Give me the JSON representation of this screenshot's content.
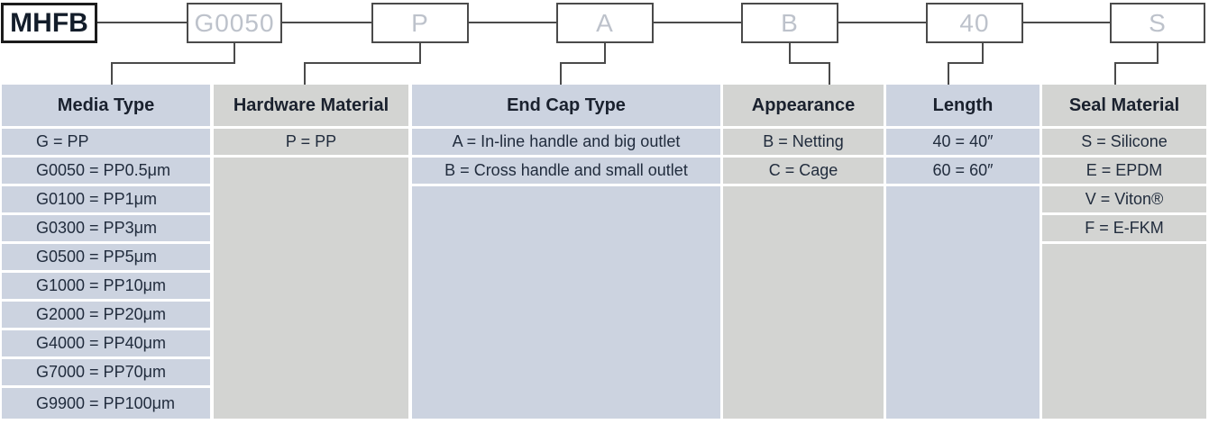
{
  "part_number": {
    "prefix": "MHFB",
    "segments": [
      "G0050",
      "P",
      "A",
      "B",
      "40",
      "S"
    ]
  },
  "columns": [
    {
      "header": "Media Type",
      "options": [
        "G = PP",
        "G0050 = PP0.5μm",
        "G0100 = PP1μm",
        "G0300 = PP3μm",
        "G0500 = PP5μm",
        "G1000 = PP10μm",
        "G2000 = PP20μm",
        "G4000 = PP40μm",
        "G7000 = PP70μm",
        "G9900 = PP100μm"
      ]
    },
    {
      "header": "Hardware Material",
      "options": [
        "P = PP"
      ]
    },
    {
      "header": "End Cap Type",
      "options": [
        "A = In-line handle and big outlet",
        "B = Cross handle and small outlet"
      ]
    },
    {
      "header": "Appearance",
      "options": [
        "B = Netting",
        "C = Cage"
      ]
    },
    {
      "header": "Length",
      "options": [
        "40 = 40″",
        "60 = 60″"
      ]
    },
    {
      "header": "Seal Material",
      "options": [
        "S = Silicone",
        "E = EPDM",
        "V = Viton®",
        "F = E-FKM"
      ]
    }
  ],
  "colors": {
    "lavender": "#ccd3e0",
    "gray": "#d3d4d2",
    "connector_line": "#4a4a4a",
    "header_text": "#1a212e",
    "row_text": "#212c3d",
    "segment_code_text": "#bdc2cb",
    "prefix_text": "#131d2a"
  }
}
